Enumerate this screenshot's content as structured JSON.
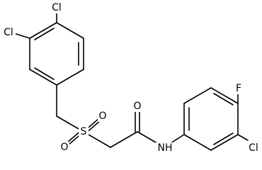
{
  "molecule": {
    "atoms": {
      "cl_top": "Cl",
      "cl_left": "Cl",
      "sulfur": "S",
      "o_sulfonyl_left": "O",
      "o_sulfonyl_right": "O",
      "o_carbonyl": "O",
      "nitrogen_h": "NH",
      "fluorine": "F",
      "cl_right": "Cl"
    }
  }
}
